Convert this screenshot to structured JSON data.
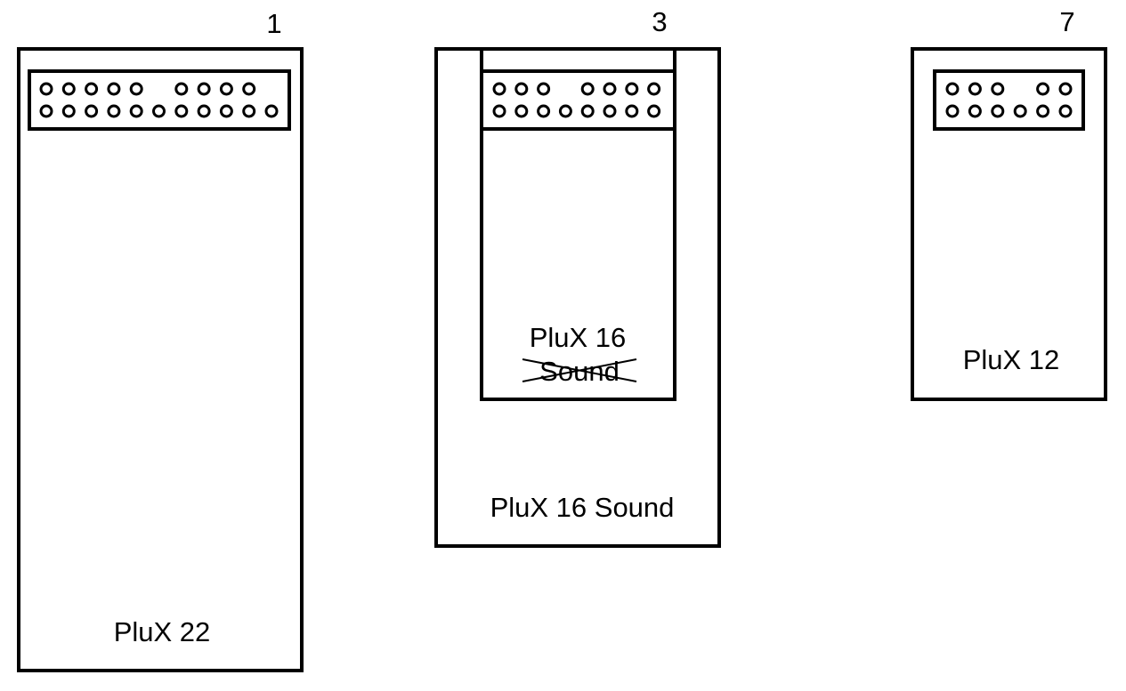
{
  "diagram": {
    "decoders": [
      {
        "number": "1",
        "name": "PluX 22",
        "connector": {
          "top_row_pins": 9,
          "top_row_gap_after": 5,
          "bottom_row_pins": 11
        }
      },
      {
        "number": "3",
        "outer_name": "PluX 16 Sound",
        "inner_name": "PluX 16",
        "inner_struck_text": "Sound",
        "connector": {
          "top_row_pins": 7,
          "top_row_gap_after": 3,
          "bottom_row_pins": 8
        }
      },
      {
        "number": "7",
        "name": "PluX 12",
        "connector": {
          "top_row_pins": 5,
          "top_row_gap_after": 3,
          "bottom_row_pins": 6
        }
      }
    ],
    "colors": {
      "stroke": "#000000",
      "background": "#ffffff"
    }
  }
}
